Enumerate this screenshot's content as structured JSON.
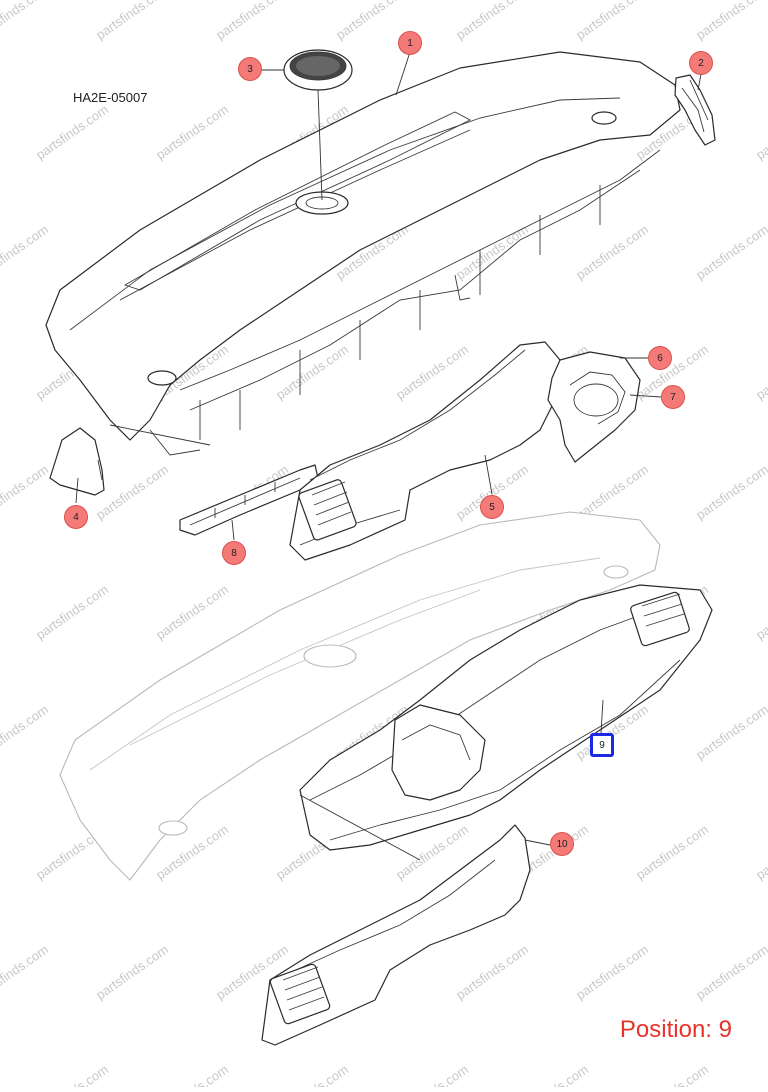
{
  "diagram_code": "HA2E-05007",
  "position_label": "Position: 9",
  "watermark_text": "partsfinds.com",
  "accent_color": "#e8332b",
  "callout_color": "#f47a78",
  "selected_color": "#1c28e6",
  "callouts": [
    {
      "id": "1",
      "label": "1"
    },
    {
      "id": "2",
      "label": "2"
    },
    {
      "id": "3",
      "label": "3"
    },
    {
      "id": "4",
      "label": "4"
    },
    {
      "id": "5",
      "label": "5"
    },
    {
      "id": "6",
      "label": "6"
    },
    {
      "id": "7",
      "label": "7"
    },
    {
      "id": "8",
      "label": "8"
    },
    {
      "id": "9",
      "label": "9",
      "selected": true
    },
    {
      "id": "10",
      "label": "10"
    }
  ]
}
